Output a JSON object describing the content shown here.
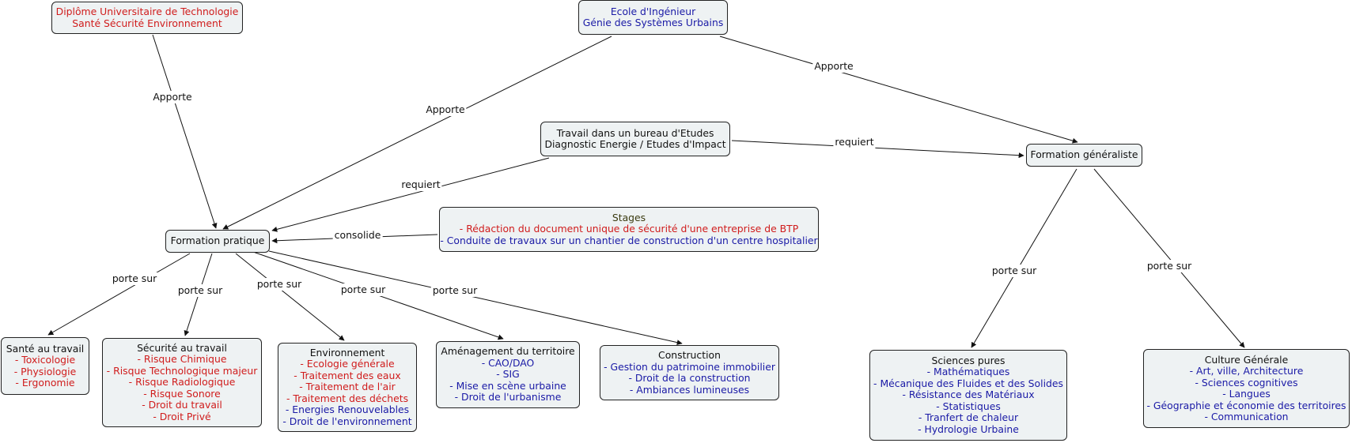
{
  "nodes": [
    {
      "id": "dut",
      "lines": [
        {
          "t": "Diplôme Universitaire de Technologie",
          "c": "red"
        },
        {
          "t": "Santé Sécurité Environnement",
          "c": "red"
        }
      ]
    },
    {
      "id": "ecole",
      "lines": [
        {
          "t": "Ecole d'Ingénieur",
          "c": "blue"
        },
        {
          "t": "Génie des Systèmes Urbains",
          "c": "blue"
        }
      ]
    },
    {
      "id": "travail",
      "lines": [
        {
          "t": "Travail dans un bureau d'Etudes",
          "c": "black"
        },
        {
          "t": "Diagnostic Energie / Etudes d'Impact",
          "c": "black"
        }
      ]
    },
    {
      "id": "generaliste",
      "lines": [
        {
          "t": "Formation généraliste",
          "c": "black"
        }
      ]
    },
    {
      "id": "stages",
      "lines": [
        {
          "t": "Stages",
          "c": "olive"
        },
        {
          "t": "- Rédaction du document unique de sécurité d'une entreprise de BTP",
          "c": "red"
        },
        {
          "t": "- Conduite de travaux sur un chantier de construction d'un centre hospitalier",
          "c": "blue"
        }
      ]
    },
    {
      "id": "pratique",
      "lines": [
        {
          "t": "Formation pratique",
          "c": "black"
        }
      ]
    },
    {
      "id": "sante",
      "lines": [
        {
          "t": "Santé au travail",
          "c": "black"
        },
        {
          "t": "- Toxicologie",
          "c": "red"
        },
        {
          "t": "- Physiologie",
          "c": "red"
        },
        {
          "t": "- Ergonomie",
          "c": "red"
        }
      ]
    },
    {
      "id": "securite",
      "lines": [
        {
          "t": "Sécurité au travail",
          "c": "black"
        },
        {
          "t": "- Risque Chimique",
          "c": "red"
        },
        {
          "t": "- Risque Technologique majeur",
          "c": "red"
        },
        {
          "t": "- Risque Radiologique",
          "c": "red"
        },
        {
          "t": "- Risque Sonore",
          "c": "red"
        },
        {
          "t": "- Droit du travail",
          "c": "red"
        },
        {
          "t": "- Droit Privé",
          "c": "red"
        }
      ]
    },
    {
      "id": "environnement",
      "lines": [
        {
          "t": "Environnement",
          "c": "black"
        },
        {
          "t": "- Ecologie générale",
          "c": "red"
        },
        {
          "t": "- Traitement des eaux",
          "c": "red"
        },
        {
          "t": "- Traitement de l'air",
          "c": "red"
        },
        {
          "t": "- Traitement des déchets",
          "c": "red"
        },
        {
          "t": "- Energies Renouvelables",
          "c": "blue"
        },
        {
          "t": "- Droit de l'environnement",
          "c": "blue"
        }
      ]
    },
    {
      "id": "amenagement",
      "lines": [
        {
          "t": "Aménagement du territoire",
          "c": "black"
        },
        {
          "t": "- CAO/DAO",
          "c": "blue"
        },
        {
          "t": "- SIG",
          "c": "blue"
        },
        {
          "t": "- Mise en scène urbaine",
          "c": "blue"
        },
        {
          "t": "- Droit de l'urbanisme",
          "c": "blue"
        }
      ]
    },
    {
      "id": "construction",
      "lines": [
        {
          "t": "Construction",
          "c": "black"
        },
        {
          "t": "- Gestion du patrimoine immobilier",
          "c": "blue"
        },
        {
          "t": "- Droit de la construction",
          "c": "blue"
        },
        {
          "t": "- Ambiances lumineuses",
          "c": "blue"
        }
      ]
    },
    {
      "id": "sciences",
      "lines": [
        {
          "t": "Sciences pures",
          "c": "black"
        },
        {
          "t": "- Mathématiques",
          "c": "blue"
        },
        {
          "t": "- Mécanique des Fluides et des Solides",
          "c": "blue"
        },
        {
          "t": "- Résistance des Matériaux",
          "c": "blue"
        },
        {
          "t": "- Statistiques",
          "c": "blue"
        },
        {
          "t": "- Tranfert de chaleur",
          "c": "blue"
        },
        {
          "t": "- Hydrologie Urbaine",
          "c": "blue"
        }
      ]
    },
    {
      "id": "culture",
      "lines": [
        {
          "t": "Culture Générale",
          "c": "black"
        },
        {
          "t": "- Art, ville, Architecture",
          "c": "blue"
        },
        {
          "t": "- Sciences cognitives",
          "c": "blue"
        },
        {
          "t": "- Langues",
          "c": "blue"
        },
        {
          "t": "- Géographie et économie des territoires",
          "c": "blue"
        },
        {
          "t": "- Communication",
          "c": "blue"
        }
      ]
    }
  ],
  "edges": [
    {
      "from": "dut",
      "to": "pratique",
      "label": "Apporte"
    },
    {
      "from": "ecole",
      "to": "pratique",
      "label": "Apporte"
    },
    {
      "from": "ecole",
      "to": "generaliste",
      "label": "Apporte"
    },
    {
      "from": "travail",
      "to": "generaliste",
      "label": "requiert"
    },
    {
      "from": "travail",
      "to": "pratique",
      "label": "requiert"
    },
    {
      "from": "stages",
      "to": "pratique",
      "label": "consolide"
    },
    {
      "from": "pratique",
      "to": "sante",
      "label": "porte sur"
    },
    {
      "from": "pratique",
      "to": "securite",
      "label": "porte sur"
    },
    {
      "from": "pratique",
      "to": "environnement",
      "label": "porte sur"
    },
    {
      "from": "pratique",
      "to": "amenagement",
      "label": "porte sur"
    },
    {
      "from": "pratique",
      "to": "construction",
      "label": "porte sur"
    },
    {
      "from": "generaliste",
      "to": "sciences",
      "label": "porte sur"
    },
    {
      "from": "generaliste",
      "to": "culture",
      "label": "porte sur"
    }
  ],
  "colors": {
    "red": "#d01c1c",
    "blue": "#1a1aa6",
    "black": "#111111",
    "olive": "#3b3b10",
    "node_fill": "#eef2f3",
    "border": "#222222"
  }
}
